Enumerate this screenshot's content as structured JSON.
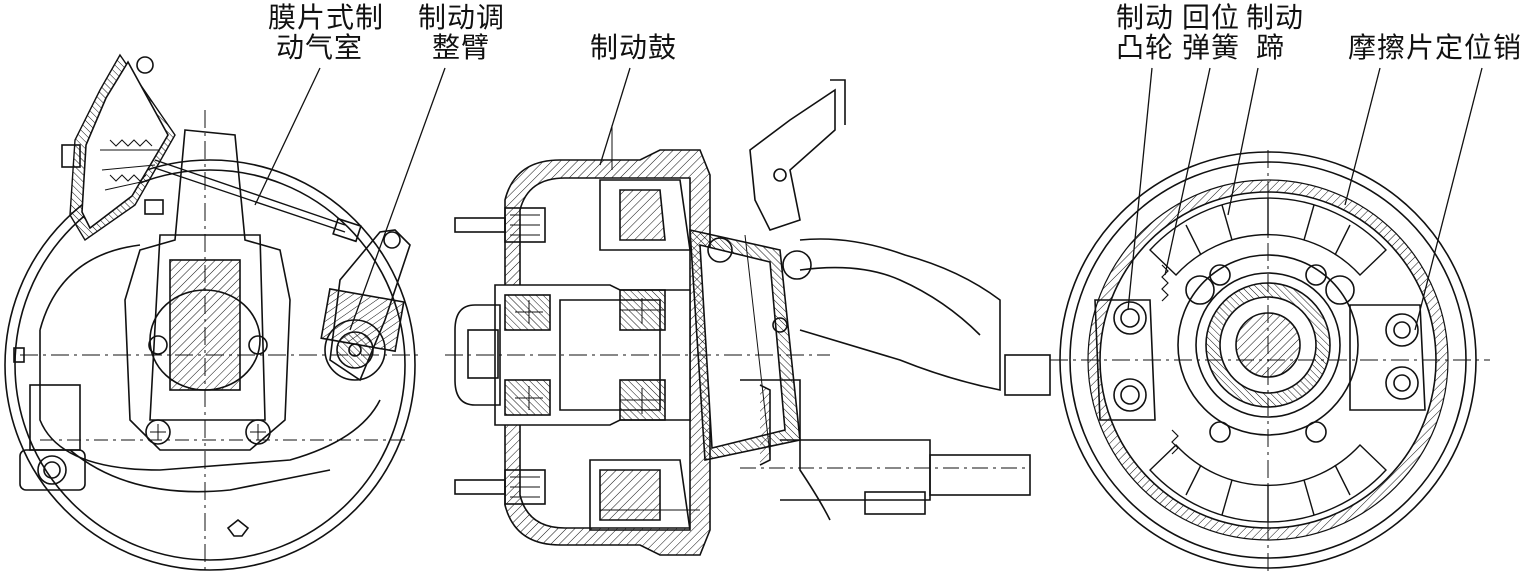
{
  "labels": {
    "diaphragm_chamber": [
      "膜片式制",
      "动气室"
    ],
    "adjuster_arm": [
      "制动调",
      "整臂"
    ],
    "brake_drum": "制动鼓",
    "brake_cam": [
      "制动",
      "凸轮"
    ],
    "return_spring": [
      "回位",
      "弹簧"
    ],
    "brake_shoe": [
      "制动",
      "蹄"
    ],
    "lining_pin": "摩擦片定位销"
  }
}
